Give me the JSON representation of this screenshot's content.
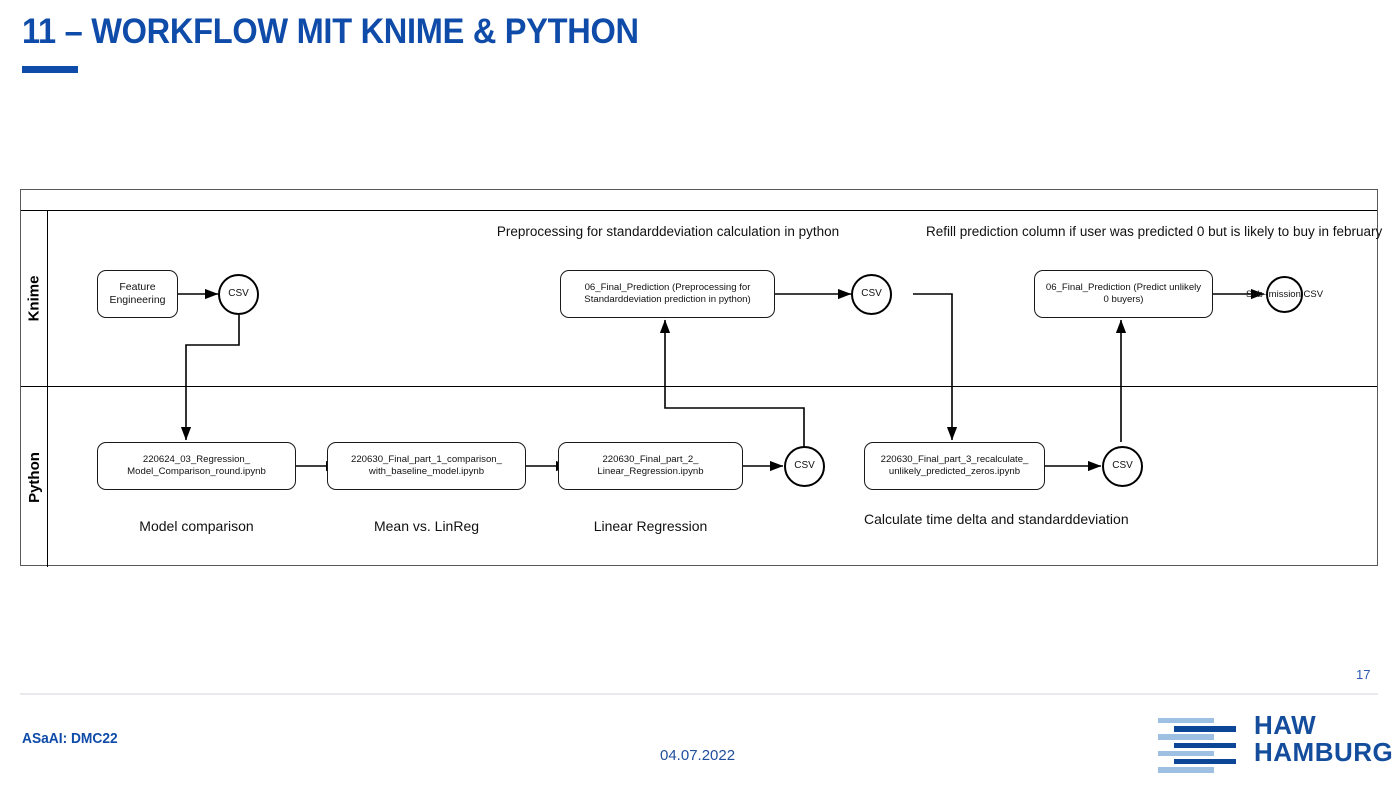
{
  "slide": {
    "title": "11 – WORKFLOW MIT KNIME & PYTHON",
    "page_number": "17",
    "accent_color": "#0F4BA8"
  },
  "footer": {
    "left_label": "ASaAI: DMC22",
    "date": "04.07.2022"
  },
  "logo": {
    "line1": "HAW",
    "line2": "HAMBURG",
    "color_dark": "#134D9C",
    "color_light": "#9EC1E3"
  },
  "diagram": {
    "lanes": [
      {
        "id": "knime",
        "label": "Knime"
      },
      {
        "id": "python",
        "label": "Python"
      }
    ],
    "annotations": [
      {
        "id": "preprocessing-note",
        "line1": "Preprocessing for standarddeviation",
        "line2": "calculation in python"
      },
      {
        "id": "refill-note",
        "line1": "Refill prediction column if user was",
        "line2": "predicted 0 but is likely to buy in february"
      }
    ],
    "knime_nodes": [
      {
        "id": "feature-engineering",
        "line1": "Feature",
        "line2": "Engineering"
      },
      {
        "id": "final-prediction-preprocessing",
        "line1": "06_Final_Prediction (Preprocessing for",
        "line2": "Standarddeviation prediction in python)"
      },
      {
        "id": "final-prediction-unlikely",
        "line1": "06_Final_Prediction (Predict unlikely",
        "line2": "0 buyers)"
      }
    ],
    "python_nodes": [
      {
        "id": "regression-model-comparison",
        "line1": "220624_03_Regression_",
        "line2": "Model_Comparison_round.ipynb",
        "caption": "Model comparison"
      },
      {
        "id": "comparison-with-baseline",
        "line1": "220630_Final_part_1_comparison_",
        "line2": "with_baseline_model.ipynb",
        "caption": "Mean vs. LinReg"
      },
      {
        "id": "linear-regression",
        "line1": "220630_Final_part_2_",
        "line2": "Linear_Regression.ipynb",
        "caption": "Linear Regression"
      },
      {
        "id": "recalculate-unlikely-zeros",
        "line1": "220630_Final_part_3_recalculate_",
        "line2": "unlikely_predicted_zeros.ipynb",
        "caption_line1": "Calculate time delta and",
        "caption_line2": "standarddeviation"
      }
    ],
    "data_artifacts": [
      {
        "id": "csv-knime-feature",
        "label": "CSV"
      },
      {
        "id": "csv-knime-preprocessing",
        "label": "CSV"
      },
      {
        "id": "csv-python-linreg",
        "label": "CSV"
      },
      {
        "id": "csv-python-recalculate",
        "label": "CSV"
      },
      {
        "id": "submission-csv",
        "line1": "Sub-",
        "line2": "mission",
        "line3": "CSV"
      }
    ]
  }
}
